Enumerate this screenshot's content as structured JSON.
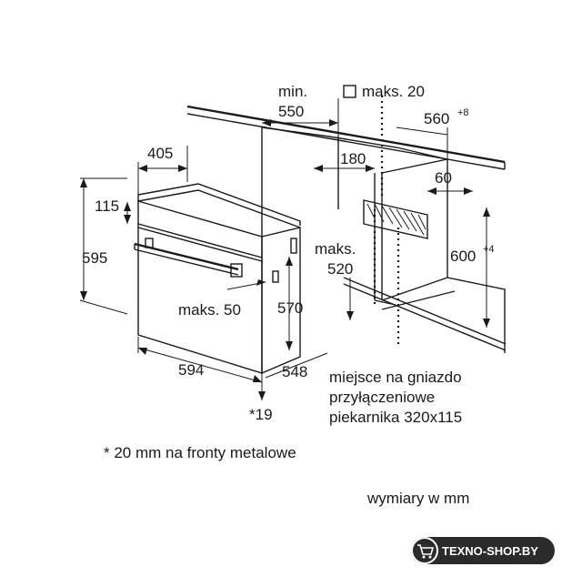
{
  "dimensions": {
    "min_label": "min.",
    "d550": "550",
    "maks20": "maks. 20",
    "d560": "560",
    "d560_sup": "+8",
    "d405": "405",
    "d180": "180",
    "d60": "60",
    "d115": "115",
    "d595": "595",
    "maks_label": "maks.",
    "d520": "520",
    "d600": "600",
    "d600_sup": "+4",
    "maks50": "maks. 50",
    "d570": "570",
    "d594": "594",
    "d548": "548",
    "d19": "*19"
  },
  "notes": {
    "socket_line1": "miejsce na gniazdo",
    "socket_line2": "przyłączeniowe",
    "socket_line3": "piekarnika 320x115",
    "footnote": "* 20 mm na fronty metalowe",
    "units": "wymiary w mm"
  },
  "logo": {
    "text": "TEXNO-SHOP.BY"
  }
}
